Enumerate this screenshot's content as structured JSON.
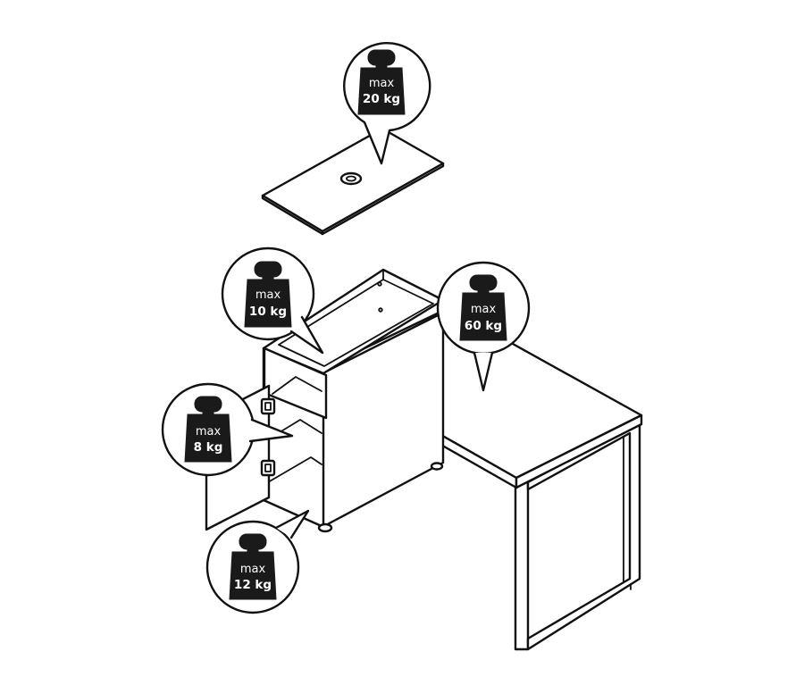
{
  "callouts": {
    "top": {
      "max": "max",
      "load": "20 kg"
    },
    "shelf": {
      "max": "max",
      "load": "10 kg"
    },
    "desk": {
      "max": "max",
      "load": "60 kg"
    },
    "door": {
      "max": "max",
      "load": "8 kg"
    },
    "bottom": {
      "max": "max",
      "load": "12 kg"
    }
  },
  "colors": {
    "line": "#111111",
    "weight_fill": "#1a1a1a",
    "background": "#ffffff"
  },
  "icons": [
    "weight-icon",
    "cable-grommet-icon",
    "hinge-icon"
  ]
}
